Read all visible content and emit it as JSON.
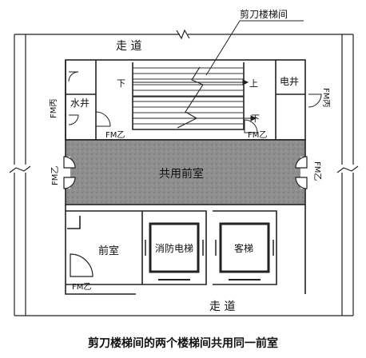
{
  "title": "剪刀楼梯间",
  "caption": "剪刀楼梯间的两个楼梯间共用同一前室",
  "labels": {
    "corridor_top": "走 道",
    "corridor_bottom": "走 道",
    "water_shaft": "水井",
    "elec_shaft": "电井",
    "shared_lobby": "共用前室",
    "front_room": "前室",
    "fire_elevator": "消防电梯",
    "passenger_elevator": "客梯",
    "stair_down": "下",
    "stair_up": "上",
    "stair_down_2": "下",
    "door_fmc_left": "FM丙",
    "door_fmc_right": "FM丙",
    "door_fmy_stair_left": "FM乙",
    "door_fmy_stair_right": "FM乙",
    "door_fmy_lobby_left": "FM乙",
    "door_fmy_lobby_right": "FM乙",
    "door_fmy_front_room": "FM乙"
  }
}
